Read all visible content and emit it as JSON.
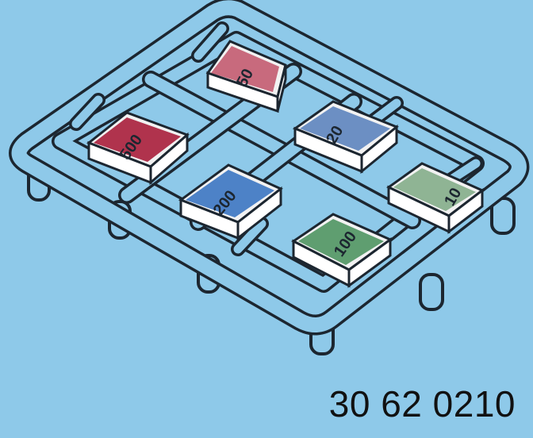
{
  "product_code": "30 62 0210",
  "colors": {
    "background": "#8ec9e9",
    "rack_fill": "#8ec9e9",
    "rack_stroke": "#1c2630",
    "note_500": "#b0334d",
    "note_200": "#4d82c7",
    "note_100": "#5f9e70",
    "note_50": "#c86a7d",
    "note_20": "#6c8fc3",
    "note_10": "#8fb494"
  },
  "notes": [
    {
      "id": "note-50",
      "denomination": "50"
    },
    {
      "id": "note-500",
      "denomination": "500"
    },
    {
      "id": "note-20",
      "denomination": "20"
    },
    {
      "id": "note-200",
      "denomination": "200"
    },
    {
      "id": "note-10",
      "denomination": "10"
    },
    {
      "id": "note-100",
      "denomination": "100"
    }
  ]
}
